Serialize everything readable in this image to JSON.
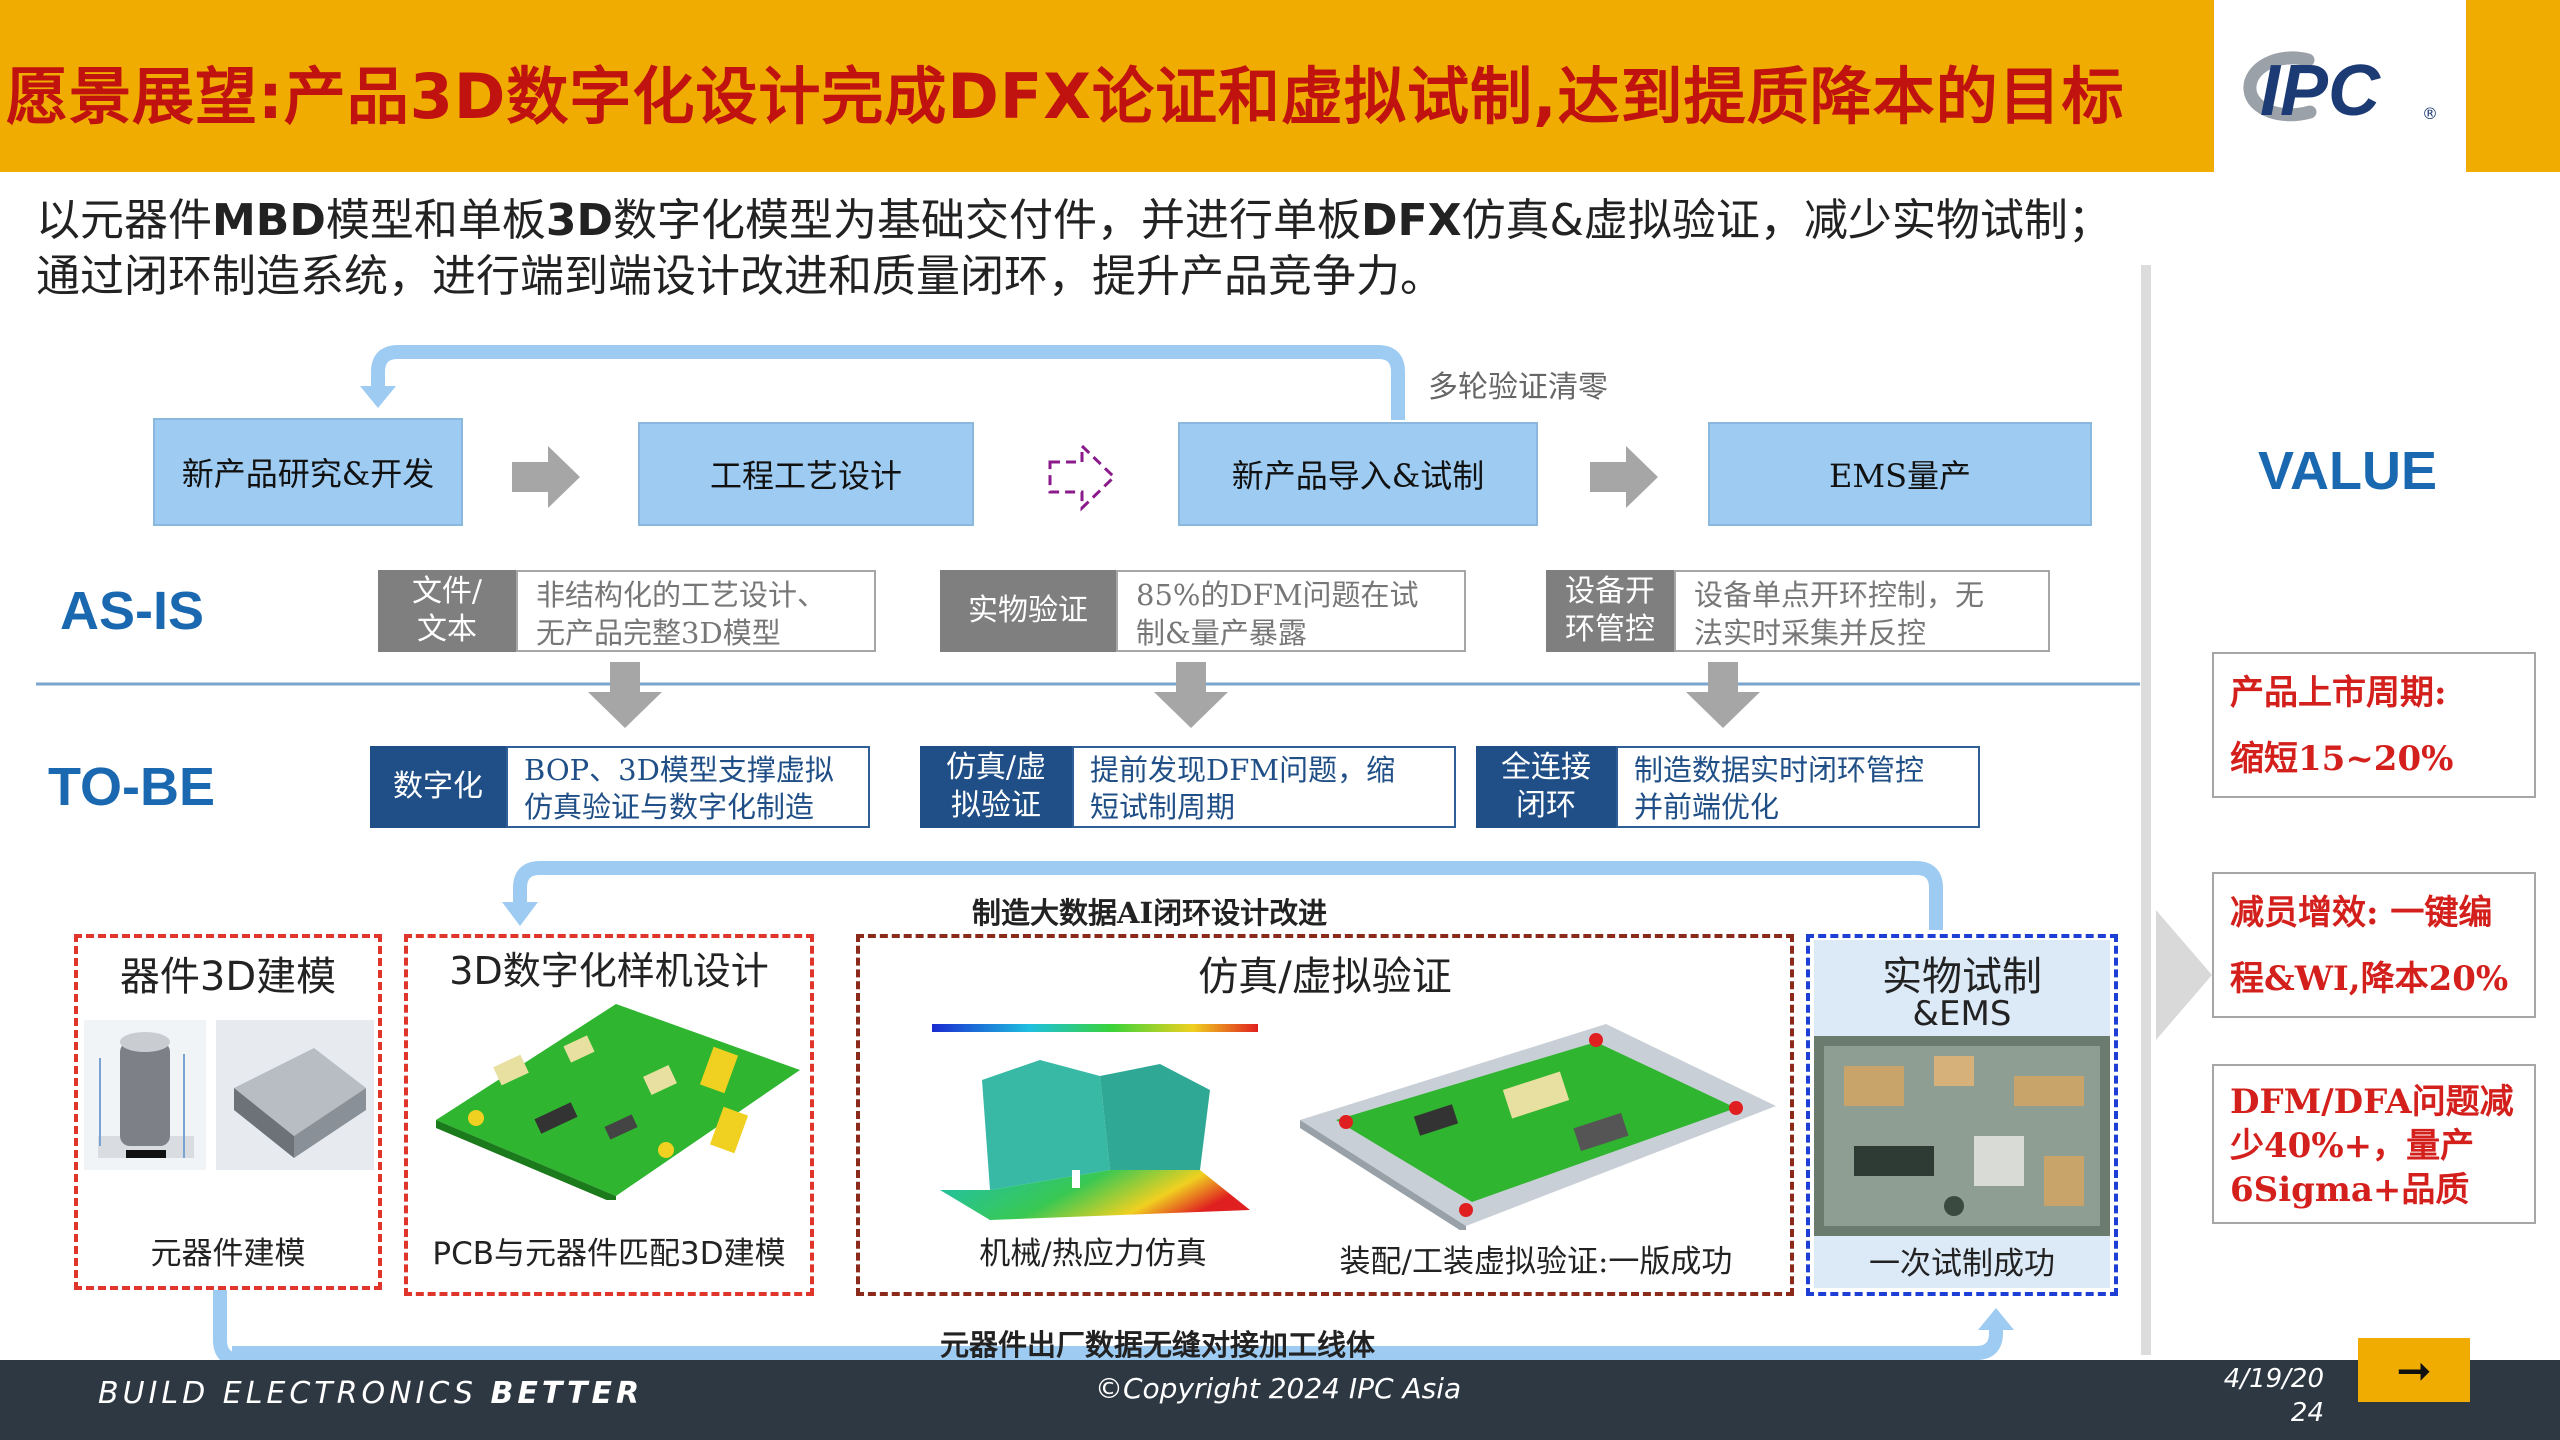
{
  "header": {
    "title": "愿景展望:产品3D数字化设计完成DFX论证和虚拟试制,达到提质降本的目标",
    "logo_text": "IPC",
    "logo_mark": "®"
  },
  "intro": {
    "line1_parts": [
      "以元器件",
      "MBD",
      "模型和单板",
      "3D",
      "数字化模型为基础交付件，并进行单板",
      "DFX",
      "仿真&虚拟验证，减少实物试制；"
    ],
    "line2": "通过闭环制造系统，进行端到端设计改进和质量闭环，提升产品竞争力。"
  },
  "flow": {
    "loop_label": "多轮验证清零",
    "steps": [
      "新产品研究&开发",
      "工程工艺设计",
      "新产品导入&试制",
      "EMS量产"
    ]
  },
  "as_is": {
    "label": "AS-IS",
    "items": [
      {
        "tag": [
          "文件/",
          "文本"
        ],
        "desc": [
          "非结构化的工艺设计、",
          "无产品完整3D模型"
        ]
      },
      {
        "tag": [
          "实物验证"
        ],
        "desc": [
          "85%的DFM问题在试",
          "制&量产暴露"
        ]
      },
      {
        "tag": [
          "设备开",
          "环管控"
        ],
        "desc": [
          "设备单点开环控制，无",
          "法实时采集并反控"
        ]
      }
    ]
  },
  "to_be": {
    "label": "TO-BE",
    "items": [
      {
        "tag": [
          "数字化"
        ],
        "desc": [
          "BOP、3D模型支撑虚拟",
          "仿真验证与数字化制造"
        ]
      },
      {
        "tag": [
          "仿真/虚",
          "拟验证"
        ],
        "desc": [
          "提前发现DFM问题，缩",
          "短试制周期"
        ]
      },
      {
        "tag": [
          "全连接",
          "闭环"
        ],
        "desc": [
          "制造数据实时闭环管控",
          "并前端优化"
        ]
      }
    ]
  },
  "bottom": {
    "top_loop_label": "制造大数据AI闭环设计改进",
    "bottom_loop_label": "元器件出厂数据无缝对接加工线体",
    "sections": [
      {
        "title": "器件3D建模",
        "caption": "元器件建模"
      },
      {
        "title": "3D数字化样机设计",
        "caption": "PCB与元器件匹配3D建模"
      },
      {
        "title": "仿真/虚拟验证",
        "captions": [
          "机械/热应力仿真",
          "装配/工装虚拟验证:一版成功"
        ]
      },
      {
        "title": [
          "实物试制",
          "&EMS"
        ],
        "caption": "一次试制成功"
      }
    ]
  },
  "value": {
    "label": "VALUE",
    "boxes": [
      [
        "产品上市周期:",
        "缩短15~20%"
      ],
      [
        "减员增效: 一键编",
        "程&WI,降本20%"
      ],
      [
        "DFM/DFA问题减",
        "少40%+，量产",
        "6Sigma+品质"
      ]
    ]
  },
  "footer": {
    "tagline_regular": "BUILD ELECTRONICS ",
    "tagline_bold": "BETTER",
    "copyright": "©Copyright 2024 IPC Asia",
    "date": [
      "4/19/20",
      "24"
    ],
    "next_icon": "arrow-right-icon",
    "next_glyph": "➞"
  },
  "colors": {
    "header_bg": "#f0ac00",
    "title_red": "#c0130f",
    "flow_blue": "#9dcbf1",
    "label_blue": "#1a68b0",
    "tag_navy": "#1f4f86",
    "tag_gray": "#7f7f7f",
    "dashed_red": "#e0352b",
    "dashed_brown": "#8b2a1a",
    "dashed_blue": "#1d3fd6",
    "footer_bg": "#2e3842"
  }
}
